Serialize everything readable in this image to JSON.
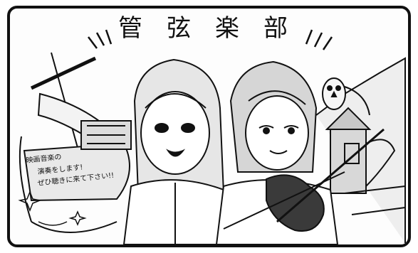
{
  "title": {
    "chars": [
      "管",
      "弦",
      "楽",
      "部"
    ]
  },
  "note": {
    "lines": [
      "映画音楽の",
      "演奏をします!",
      "ぜひ聴きに来て下さい!!"
    ]
  },
  "colors": {
    "ink": "#111111",
    "paper": "#fdfdfd"
  }
}
